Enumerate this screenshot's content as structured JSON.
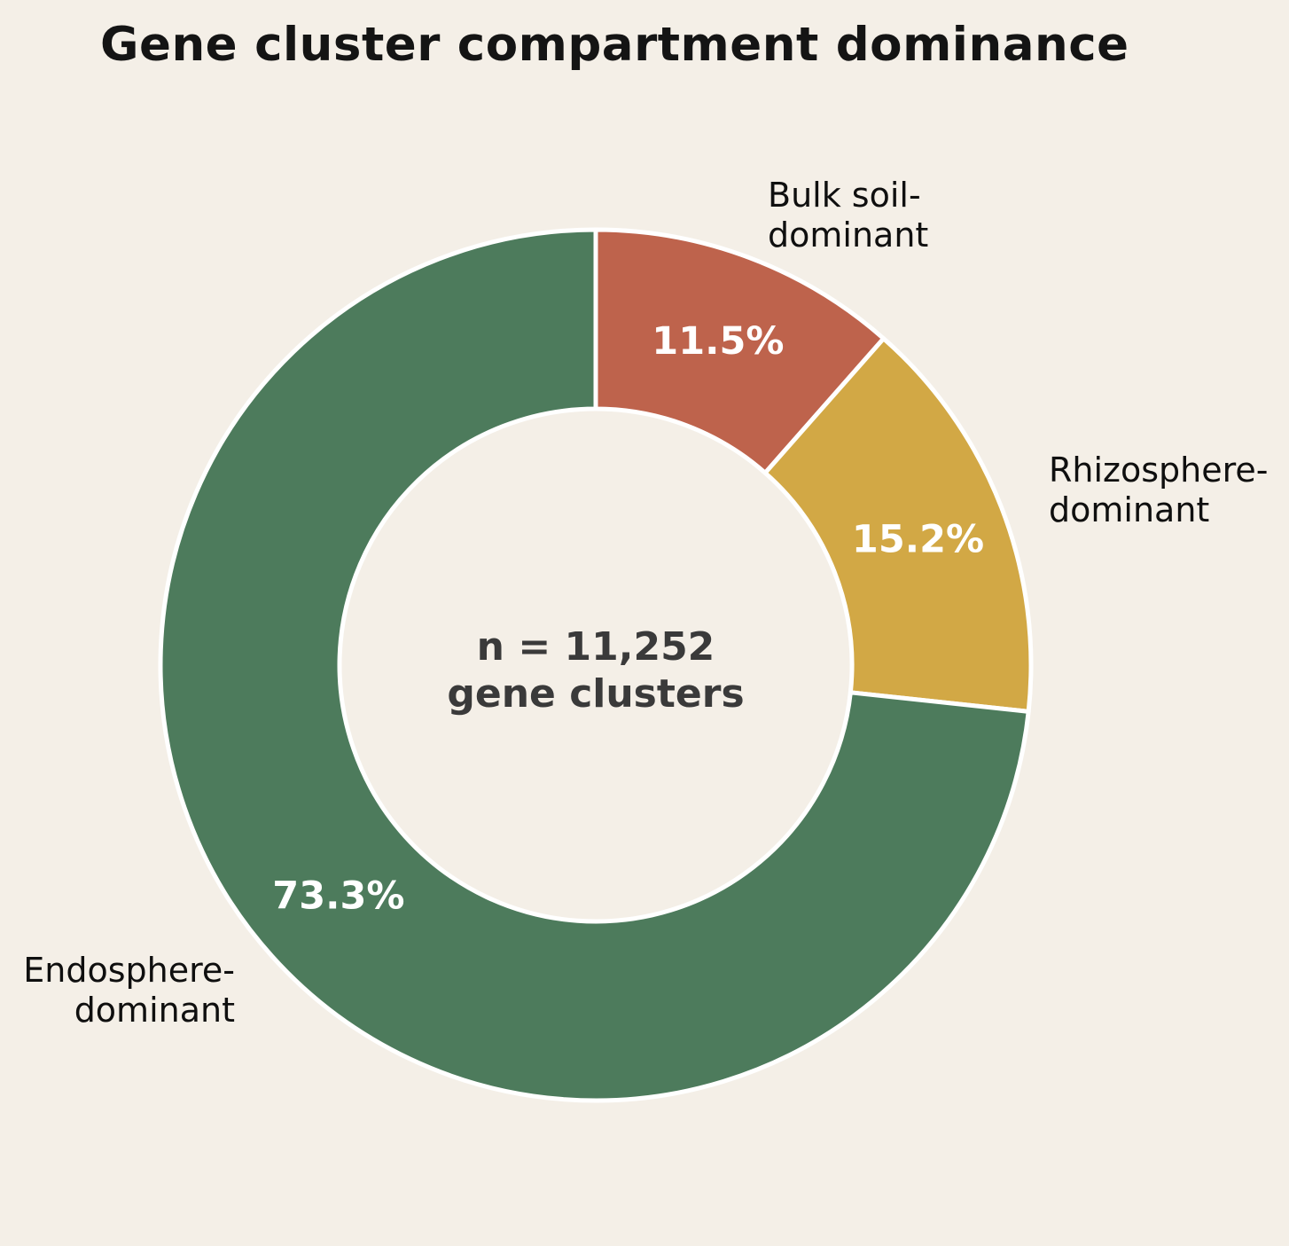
{
  "title": "Gene cluster compartment dominance",
  "center": {
    "line1": "n = 11,252",
    "line2": "gene clusters"
  },
  "chart_data": {
    "type": "pie",
    "subtype": "donut",
    "title": "Gene cluster compartment dominance",
    "center_label": "n = 11,252 gene clusters",
    "n_total": 11252,
    "start_angle_deg_from_top": 0,
    "direction": "clockwise",
    "legend_position": "outside-callout-labels",
    "segments": [
      {
        "label": "Bulk soil-dominant",
        "callout_lines": [
          "Bulk soil-",
          "dominant"
        ],
        "value_pct": 11.5,
        "pct_label": "11.5%",
        "color": "#be634c"
      },
      {
        "label": "Rhizosphere-dominant",
        "callout_lines": [
          "Rhizosphere-",
          "dominant"
        ],
        "value_pct": 15.2,
        "pct_label": "15.2%",
        "color": "#d2a845"
      },
      {
        "label": "Endosphere-dominant",
        "callout_lines": [
          "Endosphere-",
          "dominant"
        ],
        "value_pct": 73.3,
        "pct_label": "73.3%",
        "color": "#4d7b5c"
      }
    ],
    "colors": {
      "background": "#f4efe7",
      "wedge_border": "#ffffff",
      "pct_text": "#ffffff",
      "center_text": "#3a3a3a",
      "label_text": "#0f0f0f",
      "title_text": "#141414"
    }
  }
}
